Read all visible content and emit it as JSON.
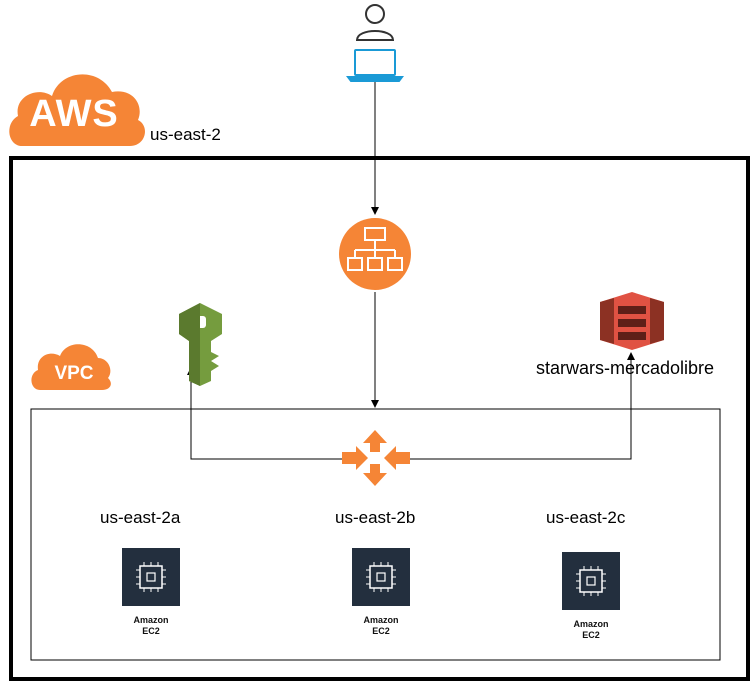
{
  "diagram": {
    "region": {
      "label": "us-east-2",
      "logo_text": "AWS"
    },
    "vpc": {
      "label": "VPC"
    },
    "bucket": {
      "label": "starwars-mercadolibre"
    },
    "zones": [
      {
        "label": "us-east-2a",
        "caption_line1": "Amazon",
        "caption_line2": "EC2"
      },
      {
        "label": "us-east-2b",
        "caption_line1": "Amazon",
        "caption_line2": "EC2"
      },
      {
        "label": "us-east-2c",
        "caption_line1": "Amazon",
        "caption_line2": "EC2"
      }
    ],
    "colors": {
      "aws_orange": "#F58536",
      "elb_orange": "#F58536",
      "kms_green": "#759C3E",
      "s3_red": "#E05243",
      "ec2_dark": "#232F3E",
      "laptop_blue": "#1A9AD6"
    },
    "icons": [
      "user-icon",
      "laptop-icon",
      "load-balancer-icon",
      "kms-key-icon",
      "s3-bucket-icon",
      "vpc-router-icon",
      "ec2-icon"
    ]
  }
}
